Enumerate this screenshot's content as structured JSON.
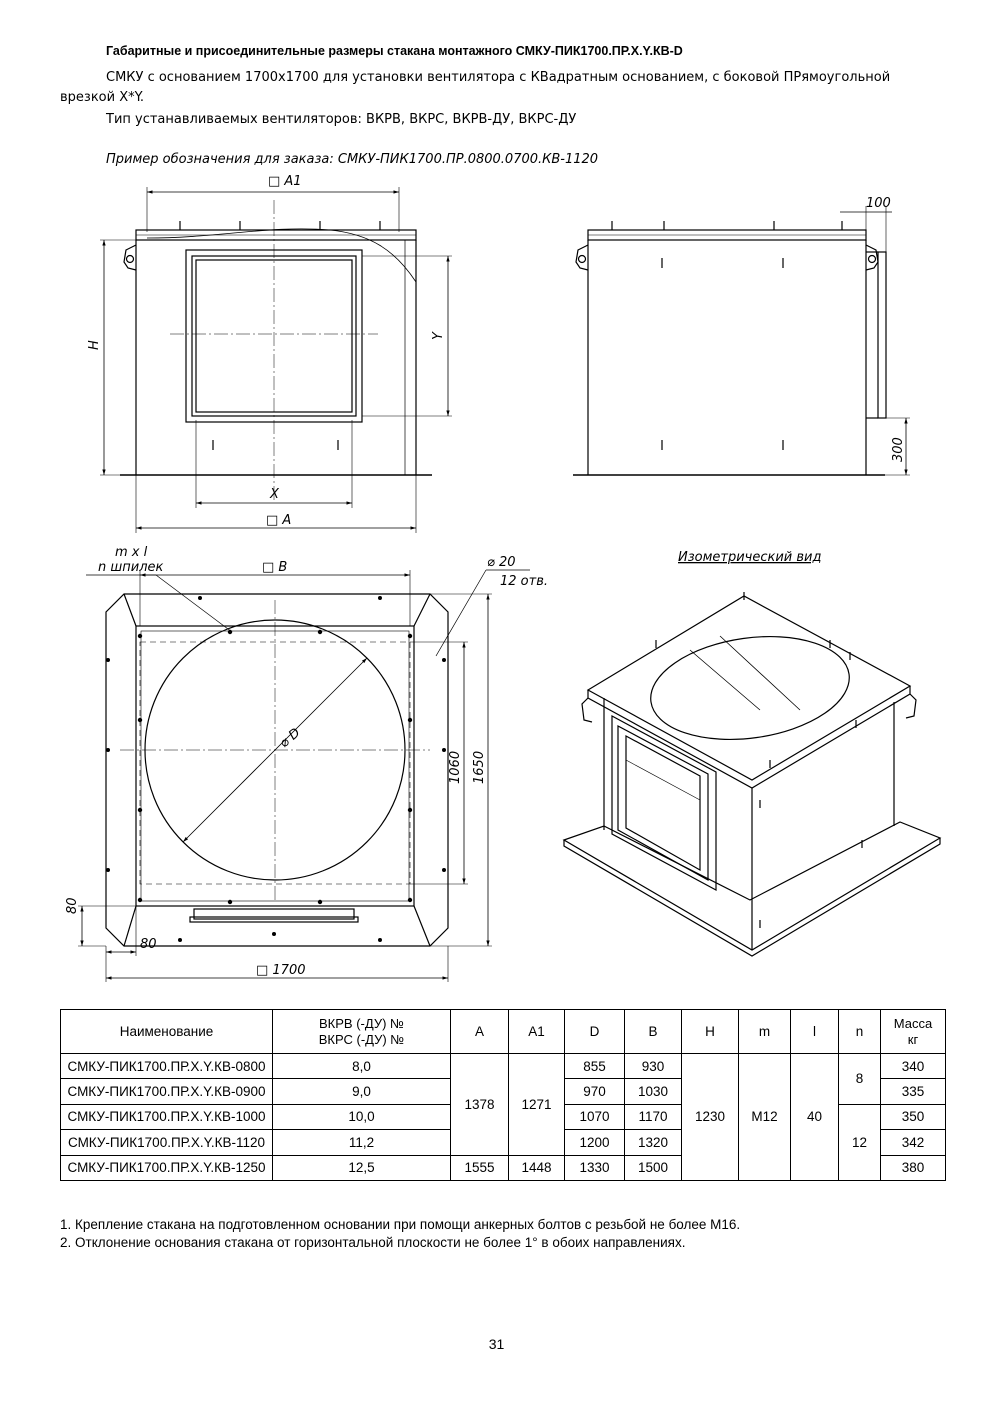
{
  "header": {
    "title": "Габаритные и присоединительные размеры стакана монтажного СМКУ-ПИК1700.ПР.X.Y.КВ-D",
    "desc_line1_a": "СМКУ с основанием 1700х1700 для установки вентилятора с КВадратным основанием, с боковой ПРямоугольной",
    "desc_line1_b": "врезкой X*Y.",
    "desc_line2": "Тип устанавливаемых вентиляторов: ВКРВ, ВКРС, ВКРВ-ДУ, ВКРС-ДУ",
    "example": "Пример обозначения для заказа: СМКУ-ПИК1700.ПР.0800.0700.КВ-1120"
  },
  "drawing": {
    "labels": {
      "a1": "□ A1",
      "h": "H",
      "y": "Y",
      "x": "X",
      "a": "□ A",
      "d100": "100",
      "d300": "300",
      "mxl": "m x l",
      "studs": "n шпилек",
      "b": "□ B",
      "hole_dia": "⌀ 20",
      "holes": "12 отв.",
      "d": "⌀ D",
      "d1060": "1060",
      "d1650": "1650",
      "d80v": "80",
      "d80h": "80",
      "d1700": "□ 1700",
      "iso": "Изометрический вид"
    }
  },
  "table": {
    "headers": {
      "name": "Наименование",
      "fan_1": "ВКРВ (-ДУ) №",
      "fan_2": "ВКРС (-ДУ) №",
      "a": "A",
      "a1": "A1",
      "d": "D",
      "b": "B",
      "h": "H",
      "m": "m",
      "l": "l",
      "n": "n",
      "mass_1": "Масса",
      "mass_2": "кг"
    },
    "rows": [
      {
        "name": "СМКУ-ПИК1700.ПР.X.Y.КВ-0800",
        "fan": "8,0",
        "d": "855",
        "b": "930",
        "mass": "340"
      },
      {
        "name": "СМКУ-ПИК1700.ПР.X.Y.КВ-0900",
        "fan": "9,0",
        "d": "970",
        "b": "1030",
        "mass": "335"
      },
      {
        "name": "СМКУ-ПИК1700.ПР.X.Y.КВ-1000",
        "fan": "10,0",
        "d": "1070",
        "b": "1170",
        "mass": "350"
      },
      {
        "name": "СМКУ-ПИК1700.ПР.X.Y.КВ-1120",
        "fan": "11,2",
        "d": "1200",
        "b": "1320",
        "mass": "342"
      },
      {
        "name": "СМКУ-ПИК1700.ПР.X.Y.КВ-1250",
        "fan": "12,5",
        "d": "1330",
        "b": "1500",
        "mass": "380"
      }
    ],
    "merged": {
      "a_1": "1378",
      "a1_1": "1271",
      "a_2": "1555",
      "a1_2": "1448",
      "h": "1230",
      "m": "M12",
      "l": "40",
      "n_1": "8",
      "n_2": "12"
    }
  },
  "notes": [
    "1. Крепление стакана на подготовленном основании при помощи анкерных болтов с резьбой не более М16.",
    "2. Отклонение основания стакана от горизонтальной плоскости не более 1° в обоих направлениях."
  ],
  "page_number": "31"
}
